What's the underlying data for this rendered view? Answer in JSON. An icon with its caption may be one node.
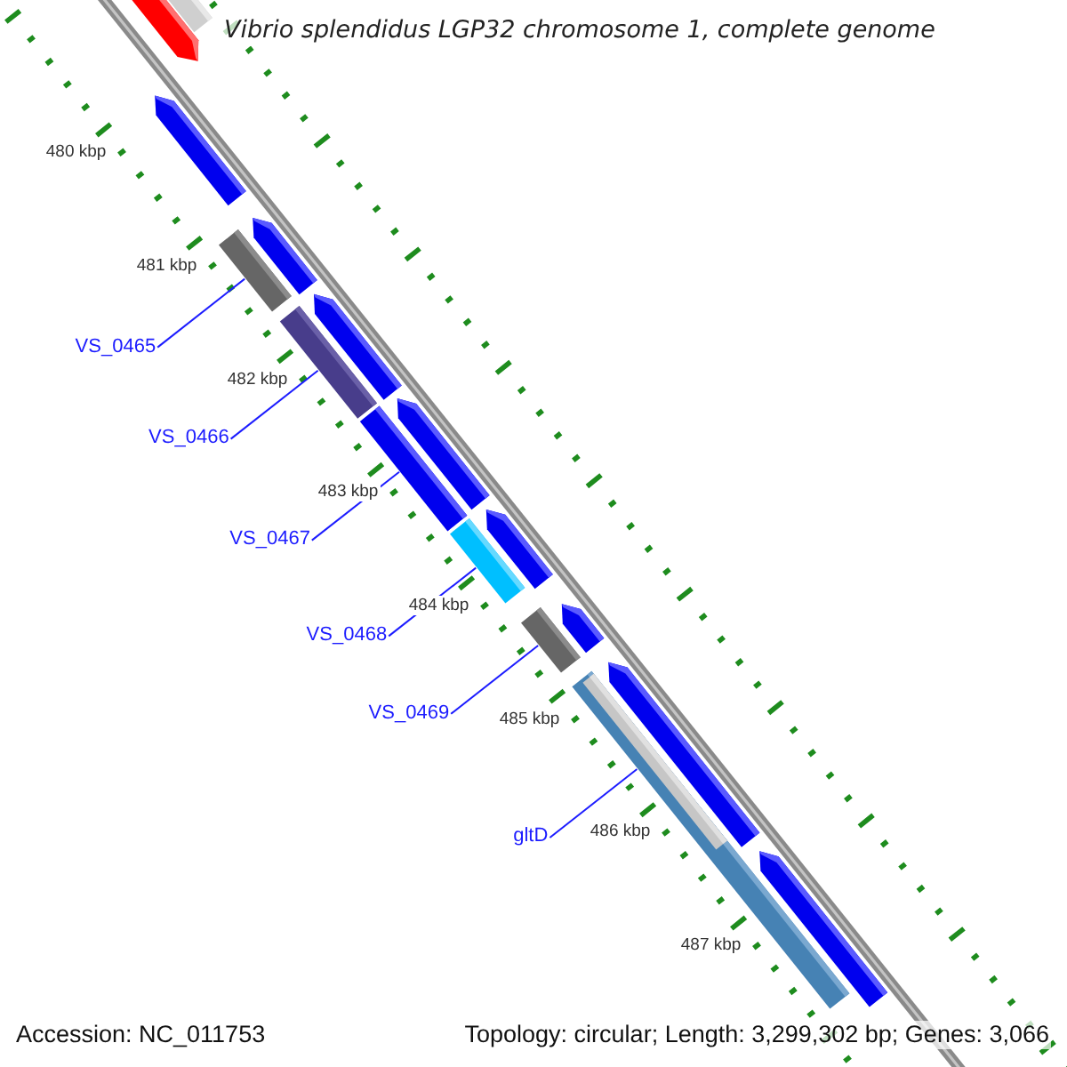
{
  "diagram": {
    "title": "Vibrio splendidus LGP32 chromosome 1, complete genome",
    "nodes": [
      {
        "text": [],
        "shape": "arrow"
      },
      {
        "text": [],
        "shape": "bar"
      },
      {
        "text": [],
        "shape": "arrow"
      },
      {
        "text": [],
        "shape": "arrow"
      },
      {
        "text": [
          "VS_0465"
        ]
      },
      {
        "text": [],
        "shape": "bar"
      },
      {
        "text": [
          "VS_0466"
        ]
      },
      {
        "text": [],
        "shape": "bar"
      },
      {
        "text": [],
        "shape": "arrow"
      },
      {
        "text": [
          "VS_0467"
        ]
      },
      {
        "text": [],
        "shape": "bar"
      },
      {
        "text": [],
        "shape": "arrow"
      },
      {
        "text": [
          "VS_0468"
        ]
      },
      {
        "text": [],
        "shape": "bar"
      },
      {
        "text": [],
        "shape": "arrow"
      },
      {
        "text": [
          "VS_0469"
        ]
      },
      {
        "text": [],
        "shape": "bar"
      },
      {
        "text": [],
        "shape": "arrow"
      },
      {
        "text": [
          "gltD"
        ]
      },
      {
        "text": [],
        "shape": "bar"
      },
      {
        "text": [],
        "shape": "bar",
        "in": 19
      },
      {
        "text": [],
        "shape": "arrow"
      },
      {
        "text": [],
        "shape": "arrow"
      }
    ],
    "edges": [
      {
        "from": 4,
        "to": 5,
        "arrow": "none"
      },
      {
        "from": 6,
        "to": 7,
        "arrow": "none"
      },
      {
        "from": 9,
        "to": 10,
        "arrow": "none"
      },
      {
        "from": 12,
        "to": 13,
        "arrow": "none"
      },
      {
        "from": 15,
        "to": 16,
        "arrow": "none"
      },
      {
        "from": 18,
        "to": 19,
        "arrow": "none"
      }
    ],
    "labels": [
      "480 kbp",
      "481 kbp",
      "482 kbp",
      "483 kbp",
      "484 kbp",
      "485 kbp",
      "486 kbp",
      "487 kbp",
      "Accession: NC_011753",
      "Topology: circular; Length: 3,299,302 bp; Genes: 3,066"
    ]
  }
}
